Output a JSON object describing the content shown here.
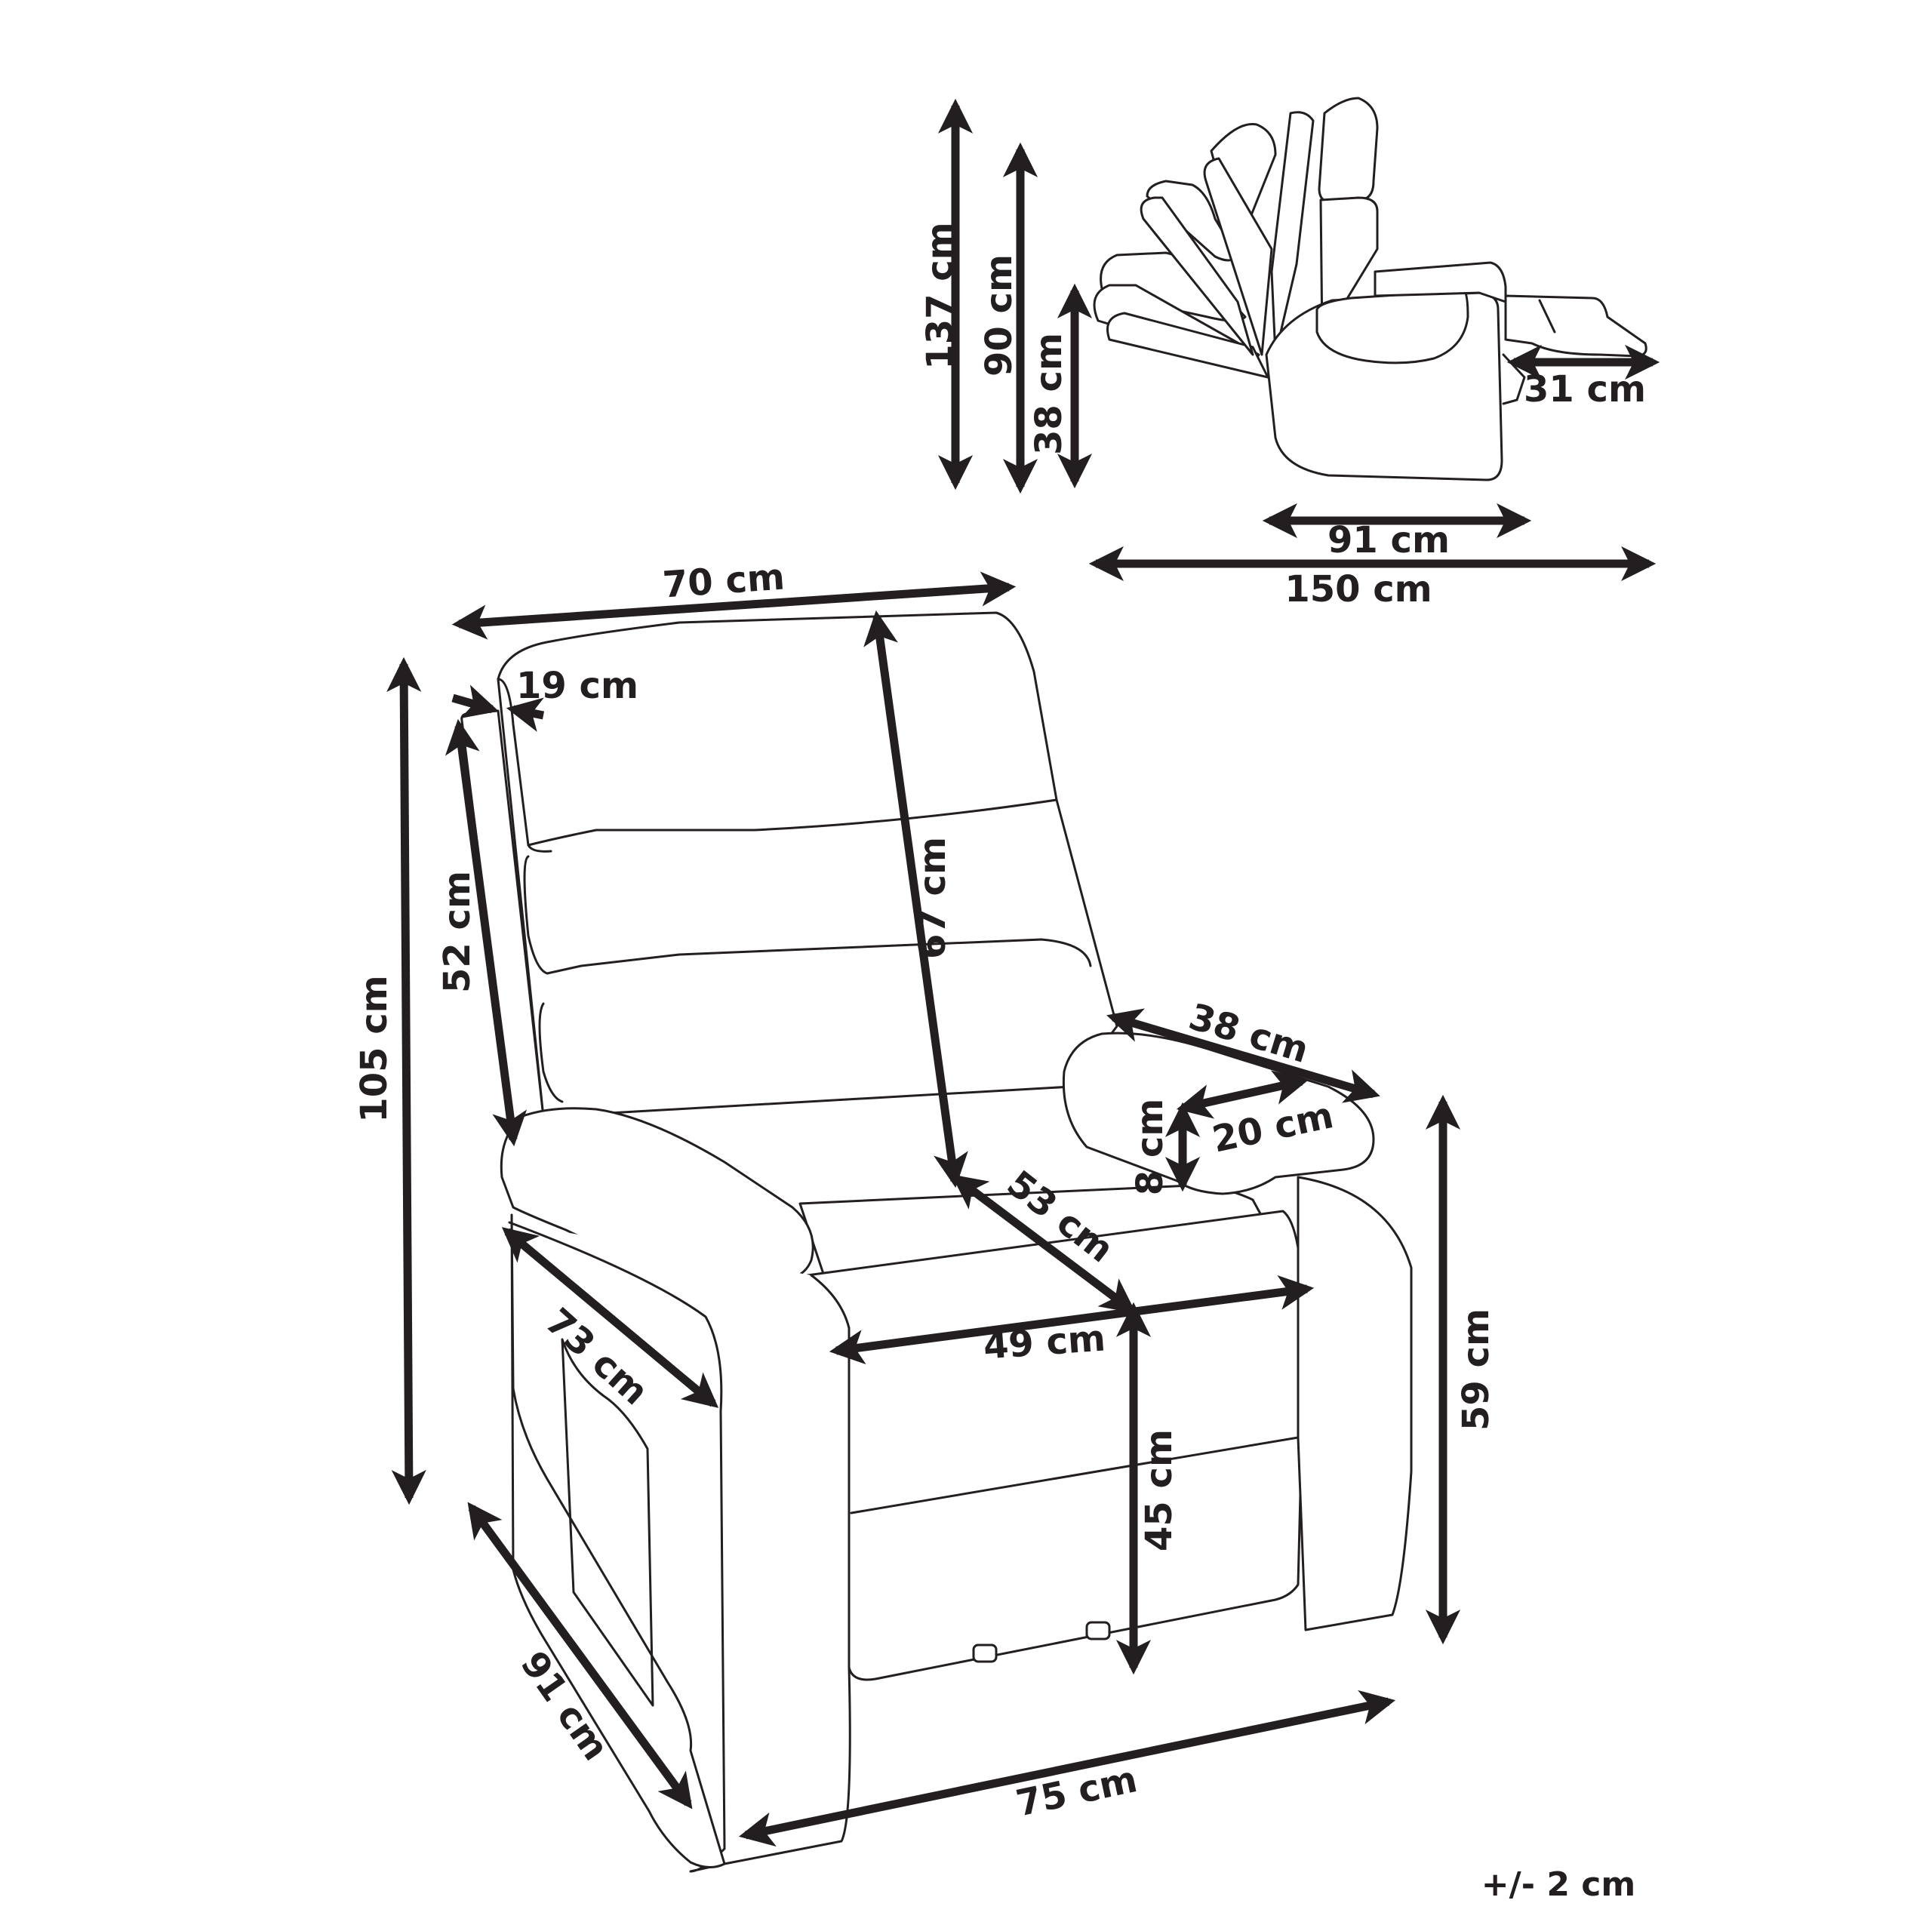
{
  "diagram": {
    "subject": "Recliner armchair dimensions",
    "ink_color": "#231f20",
    "background": "#ffffff",
    "tolerance_note": "+/- 2 cm",
    "side_view": {
      "heights": [
        {
          "id": "total-height-reclined-back",
          "label": "137 cm"
        },
        {
          "id": "back-height",
          "label": "90 cm"
        },
        {
          "id": "seat-side-height",
          "label": "38 cm"
        }
      ],
      "footrest_extension": {
        "label": "31 cm"
      },
      "depth_upright": {
        "label": "91 cm"
      },
      "depth_reclined": {
        "label": "150 cm"
      }
    },
    "front_view": {
      "backrest_width": {
        "label": "70 cm"
      },
      "headrest_thickness": {
        "label": "19 cm"
      },
      "backrest_side_height": {
        "label": "52 cm"
      },
      "total_height": {
        "label": "105 cm"
      },
      "backrest_height": {
        "label": "67 cm"
      },
      "armrest_length": {
        "label": "38 cm"
      },
      "armrest_width": {
        "label": "20 cm"
      },
      "armrest_height_above_seat": {
        "label": "8 cm"
      },
      "seat_depth": {
        "label": "53 cm"
      },
      "seat_width": {
        "label": "49 cm"
      },
      "seat_height": {
        "label": "45 cm"
      },
      "armrest_height": {
        "label": "59 cm"
      },
      "side_depth": {
        "label": "73 cm"
      },
      "total_depth": {
        "label": "91 cm"
      },
      "total_width": {
        "label": "75 cm"
      }
    }
  }
}
